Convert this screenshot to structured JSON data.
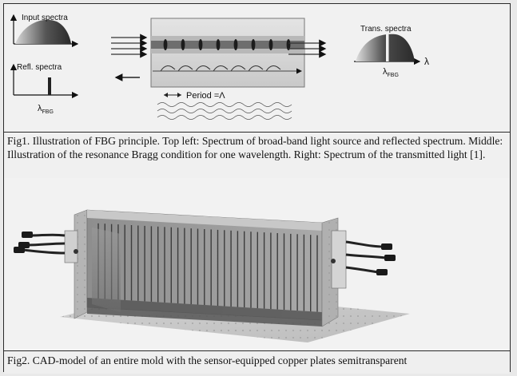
{
  "figure1": {
    "input_spectra_label": "Input spectra",
    "refl_spectra_label": "Refl. spectra",
    "trans_spectra_label": "Trans. spectra",
    "lambda_fbg_symbol": "λ",
    "lambda_fbg_subscript": "FBG",
    "lambda_axis_label": "λ",
    "period_label": "Period =Λ",
    "caption": "Fig1. Illustration of FBG principle. Top left: Spectrum of broad-band light source and reflected spectrum. Middle: Illustration of the resonance Bragg condition for one wavelength. Right: Spectrum of the transmitted light [1]."
  },
  "figure2": {
    "caption": "Fig2. CAD-model of an entire mold with the sensor-equipped copper plates semitransparent"
  }
}
